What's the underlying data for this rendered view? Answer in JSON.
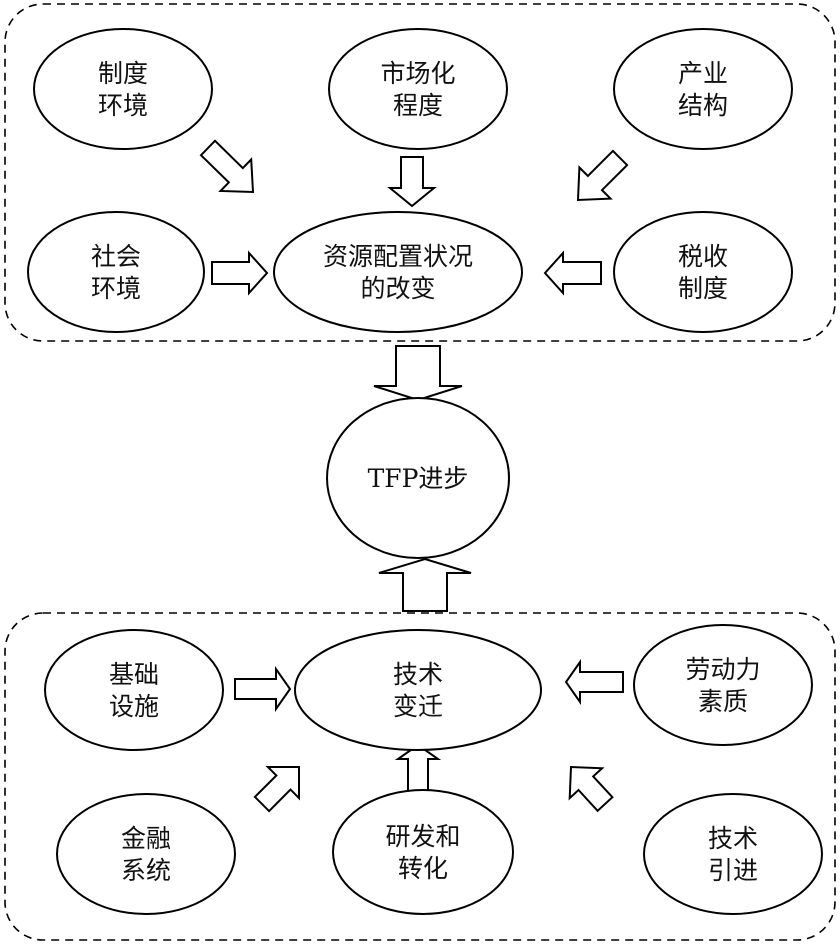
{
  "diagram": {
    "title": "TFP进步 factor diagram",
    "groups": [
      {
        "id": "resource-allocation-group",
        "nodes": [
          {
            "id": "institutional-env",
            "lines": [
              "制度",
              "环境"
            ]
          },
          {
            "id": "marketization",
            "lines": [
              "市场化",
              "程度"
            ]
          },
          {
            "id": "industrial-structure",
            "lines": [
              "产业",
              "结构"
            ]
          },
          {
            "id": "social-env",
            "lines": [
              "社会",
              "环境"
            ]
          },
          {
            "id": "resource-allocation",
            "lines": [
              "资源配置状况",
              "的改变"
            ]
          },
          {
            "id": "tax-system",
            "lines": [
              "税收",
              "制度"
            ]
          }
        ]
      },
      {
        "id": "technical-change-group",
        "nodes": [
          {
            "id": "infrastructure",
            "lines": [
              "基础",
              "设施"
            ]
          },
          {
            "id": "technical-change",
            "lines": [
              "技术",
              "变迁"
            ]
          },
          {
            "id": "labor-quality",
            "lines": [
              "劳动力",
              "素质"
            ]
          },
          {
            "id": "financial-system",
            "lines": [
              "金融",
              "系统"
            ]
          },
          {
            "id": "rd-transformation",
            "lines": [
              "研发和",
              "转化"
            ]
          },
          {
            "id": "tech-introduction",
            "lines": [
              "技术",
              "引进"
            ]
          }
        ]
      }
    ],
    "center": {
      "id": "tfp-progress",
      "lines": [
        "TFP进步"
      ]
    },
    "edges": [
      {
        "from": "institutional-env",
        "to": "resource-allocation"
      },
      {
        "from": "marketization",
        "to": "resource-allocation"
      },
      {
        "from": "industrial-structure",
        "to": "resource-allocation"
      },
      {
        "from": "social-env",
        "to": "resource-allocation"
      },
      {
        "from": "tax-system",
        "to": "resource-allocation"
      },
      {
        "from": "resource-allocation",
        "to": "tfp-progress"
      },
      {
        "from": "technical-change",
        "to": "tfp-progress"
      },
      {
        "from": "infrastructure",
        "to": "technical-change"
      },
      {
        "from": "labor-quality",
        "to": "technical-change"
      },
      {
        "from": "financial-system",
        "to": "technical-change"
      },
      {
        "from": "rd-transformation",
        "to": "technical-change"
      },
      {
        "from": "tech-introduction",
        "to": "technical-change"
      }
    ]
  }
}
